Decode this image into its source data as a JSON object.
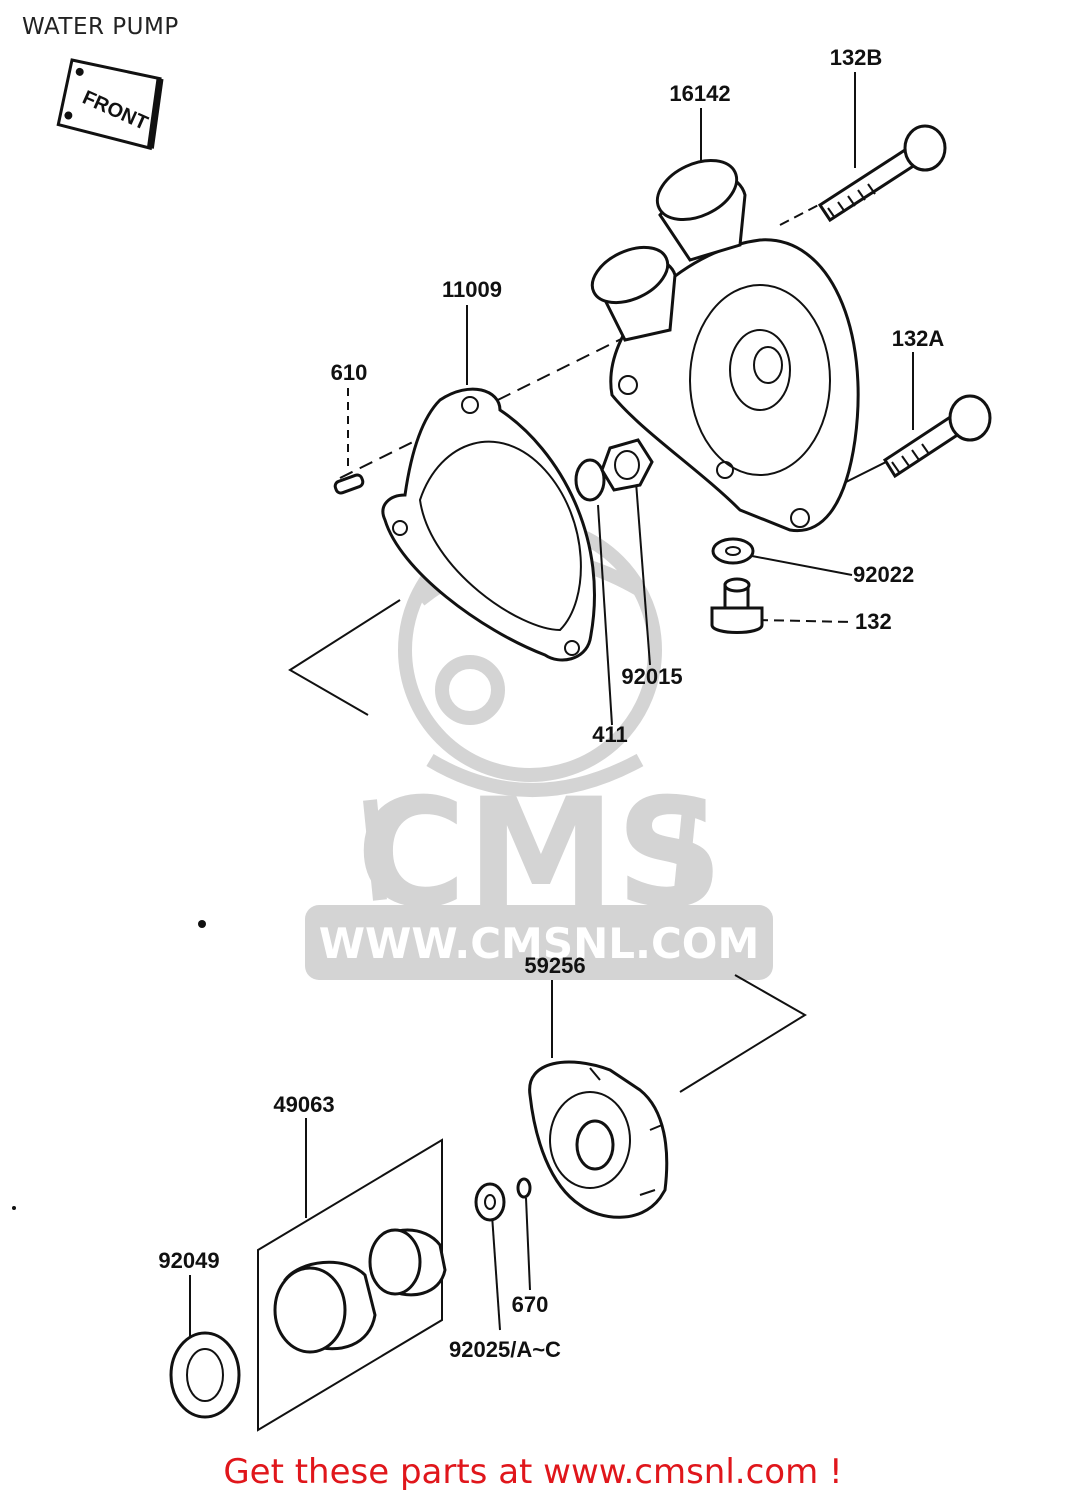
{
  "title": "WATER PUMP",
  "front_tag": "FRONT",
  "watermark": {
    "brand": "CMS",
    "url": "WWW.CMSNL.COM",
    "color": "#d4d4d4"
  },
  "labels": {
    "p132b": "132B",
    "p16142": "16142",
    "p11009": "11009",
    "p610": "610",
    "p132a": "132A",
    "p92022": "92022",
    "p132": "132",
    "p92015": "92015",
    "p411": "411",
    "p59256": "59256",
    "p49063": "49063",
    "p92049": "92049",
    "p670": "670",
    "p92025": "92025/A~C"
  },
  "footer": {
    "text": "Get these parts at www.cmsnl.com !",
    "color": "#e0161b"
  }
}
